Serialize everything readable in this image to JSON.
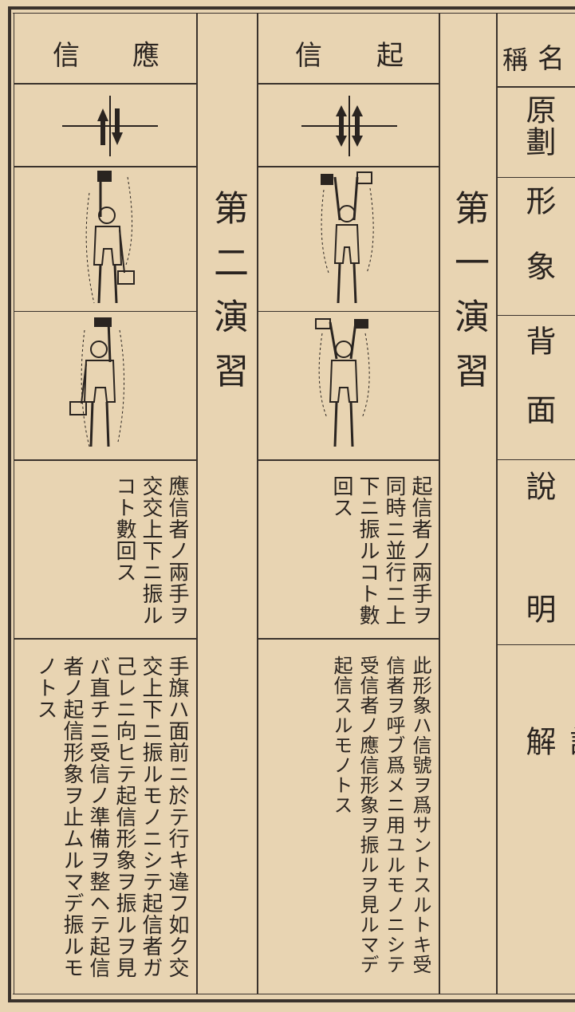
{
  "columns": [
    {
      "key": "response",
      "header": [
        "信",
        "應"
      ],
      "description": "應信者ノ兩手ヲ交交上下ニ振ルコト數回ス",
      "explanation": "手旗ハ面前ニ於テ行キ違フ如ク交交上下ニ振ルモノニシテ起信者ガ己レニ向ヒテ起信形象ヲ振ルヲ見バ直チニ受信ノ準備ヲ整ヘテ起信者ノ起信形象ヲ止ムルマデ振ルモノトス"
    },
    {
      "key": "exercise2",
      "title": "第二演習"
    },
    {
      "key": "origin",
      "header": [
        "信",
        "起"
      ],
      "description": "起信者ノ兩手ヲ同時ニ並行ニ上下ニ振ルコト數回ス",
      "explanation": "此形象ハ信號ヲ爲サントスルトキ受信者ヲ呼ブ爲メニ用ユルモノニシテ受信者ノ應信形象ヲ振ルヲ見ルマデ起信スルモノトス"
    },
    {
      "key": "exercise1",
      "title": "第一演習"
    }
  ],
  "sidebar": {
    "header": [
      "稱",
      "名"
    ],
    "items": [
      "原劃",
      "形象",
      "背面",
      "說明",
      "詳解"
    ]
  },
  "colors": {
    "paper": "#e8d4b2",
    "ink": "#2a2420"
  }
}
